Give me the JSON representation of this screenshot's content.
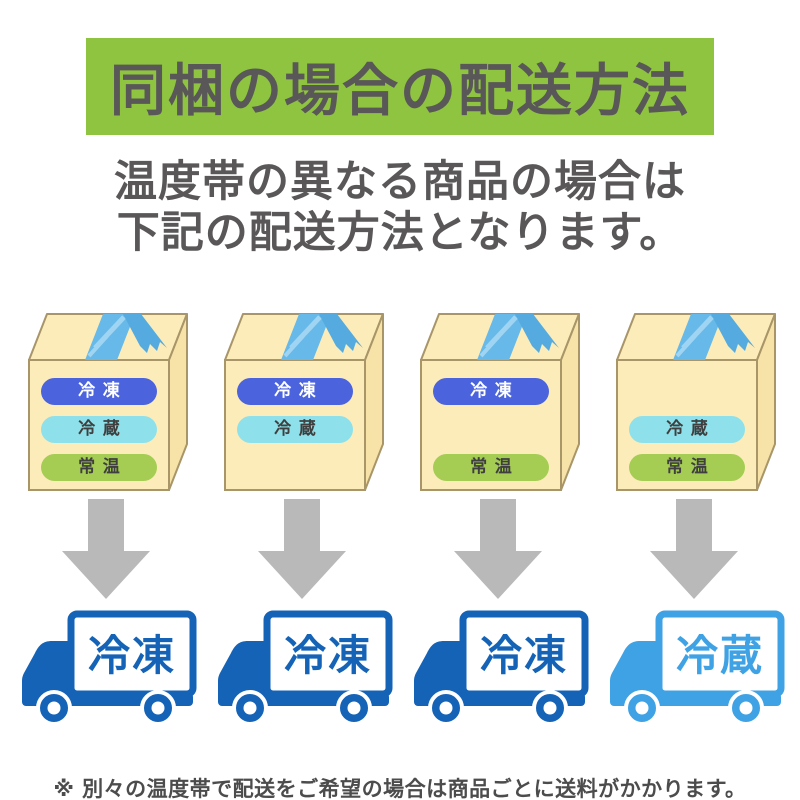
{
  "header": {
    "title": "同梱の場合の配送方法",
    "bg_color": "#8ec440",
    "text_color": "#595757"
  },
  "subtitle": {
    "line1": "温度帯の異なる商品の場合は",
    "line2": "下記の配送方法となります。"
  },
  "temperature_types": {
    "freeze": {
      "label": "冷凍",
      "color": "#4b63dd",
      "text_color": "#ffffff"
    },
    "chill": {
      "label": "冷蔵",
      "color": "#8ee1ea",
      "text_color": "#3f3f3f"
    },
    "ambient": {
      "label": "常温",
      "color": "#a5cd54",
      "text_color": "#3f3f3f"
    }
  },
  "truck_colors": {
    "freeze": "#1563b7",
    "chill": "#3fa2e4"
  },
  "columns": [
    {
      "slots": [
        {
          "type": "freeze",
          "text": "冷凍"
        },
        {
          "type": "chill",
          "text": "冷蔵"
        },
        {
          "type": "ambient",
          "text": "常温"
        }
      ],
      "truck": {
        "text": "冷凍",
        "variant": "freeze"
      }
    },
    {
      "slots": [
        {
          "type": "freeze",
          "text": "冷凍"
        },
        {
          "type": "chill",
          "text": "冷蔵"
        },
        null
      ],
      "truck": {
        "text": "冷凍",
        "variant": "freeze"
      }
    },
    {
      "slots": [
        {
          "type": "freeze",
          "text": "冷凍"
        },
        null,
        {
          "type": "ambient",
          "text": "常温"
        }
      ],
      "truck": {
        "text": "冷凍",
        "variant": "freeze"
      }
    },
    {
      "slots": [
        null,
        {
          "type": "chill",
          "text": "冷蔵"
        },
        {
          "type": "ambient",
          "text": "常温"
        }
      ],
      "truck": {
        "text": "冷蔵",
        "variant": "chill"
      }
    }
  ],
  "footer": {
    "note": "※ 別々の温度帯で配送をご希望の場合は商品ごとに送料がかかります。"
  }
}
